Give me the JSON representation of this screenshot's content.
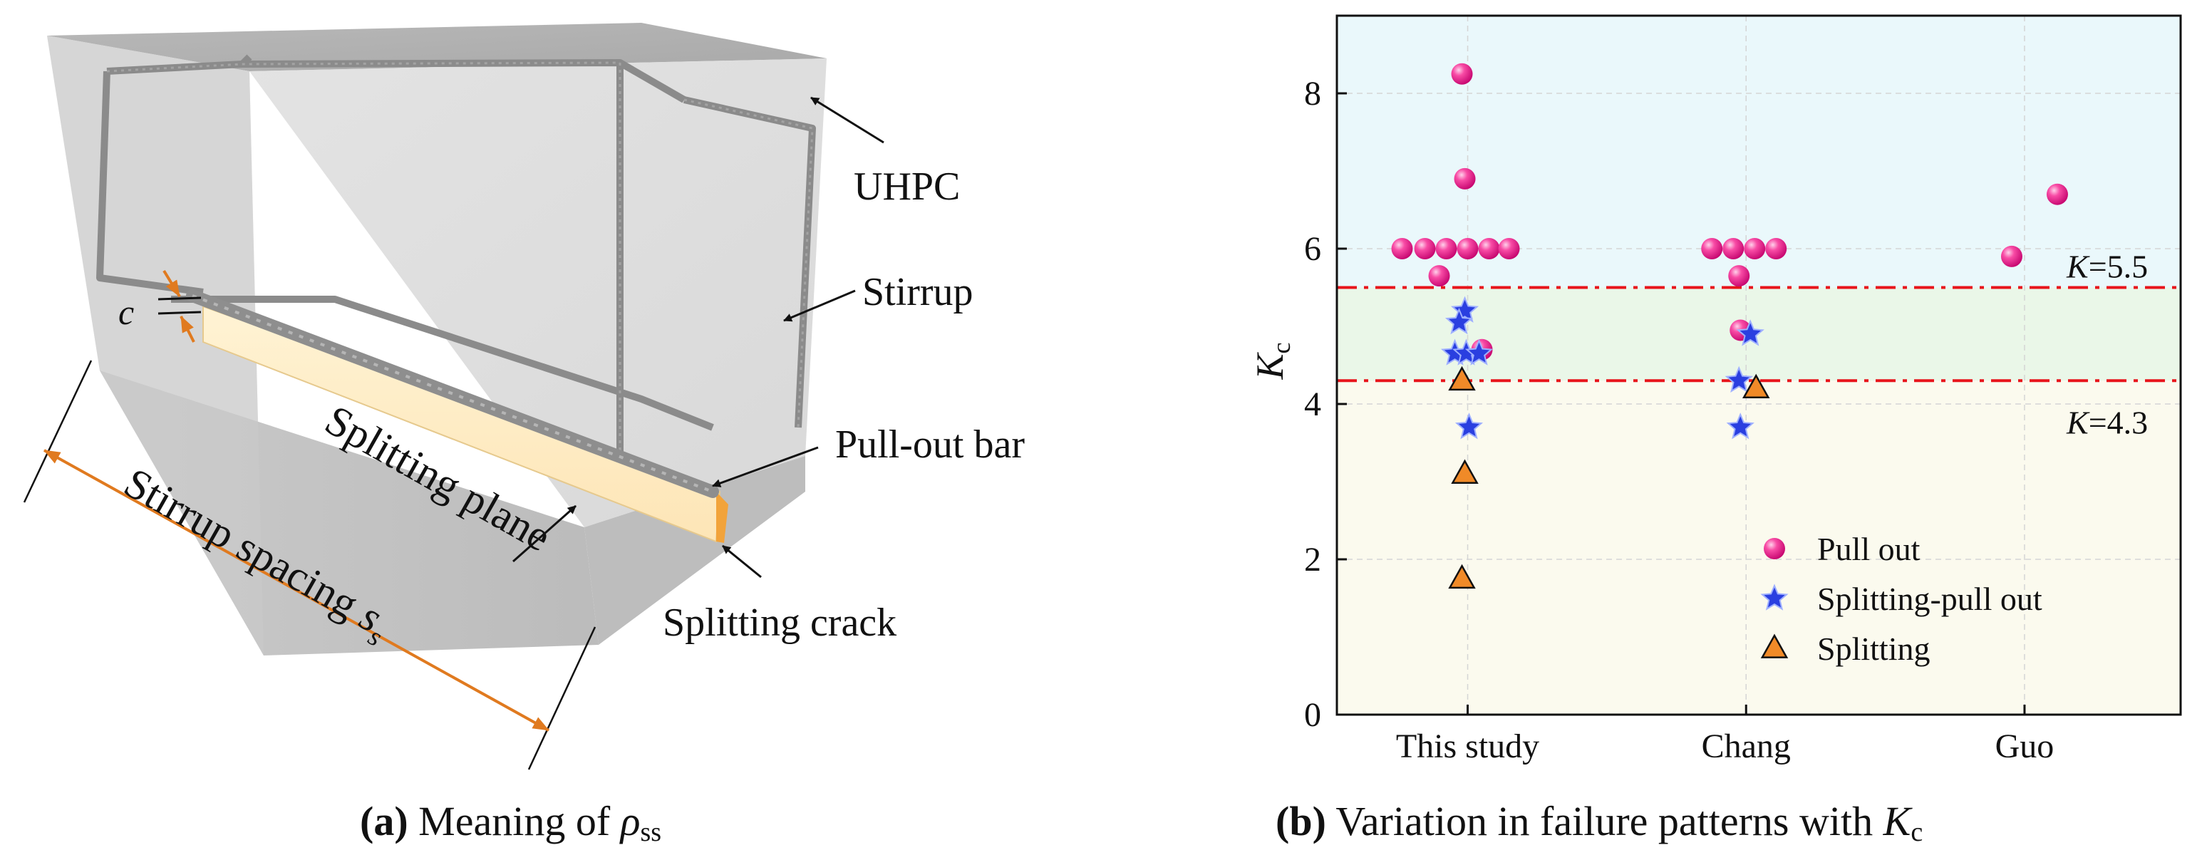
{
  "panel_a": {
    "labels": {
      "uhpc": "UHPC",
      "stirrup": "Stirrup",
      "cover": "c",
      "pullout_bar": "Pull-out bar",
      "splitting_plane": "Splitting plane",
      "splitting_crack": "Splitting crack",
      "stirrup_spacing": "Stirrup spacing ",
      "stirrup_spacing_sym": "s",
      "stirrup_spacing_sub": "s"
    },
    "caption": {
      "letter": "(a)",
      "text": " Meaning of ",
      "sym": "ρ",
      "sub": "ss"
    },
    "colors": {
      "concrete": "#c9c9c9",
      "plane": "#fde9bf",
      "arrow": "#e07a1f"
    }
  },
  "panel_b": {
    "caption": {
      "letter": "(b)",
      "text": " Variation in failure patterns with ",
      "sym": "K",
      "sub": "c"
    },
    "ylabel": {
      "sym": "K",
      "sub": "c"
    },
    "thresholds": [
      {
        "y": 5.5,
        "label_sym": "K",
        "label_val": "=5.5"
      },
      {
        "y": 4.3,
        "label_sym": "K",
        "label_val": "=4.3"
      }
    ],
    "legend": [
      {
        "marker": "circle",
        "label": "Pull out"
      },
      {
        "marker": "star",
        "label": "Splitting-pull out"
      },
      {
        "marker": "triangle",
        "label": "Splitting"
      }
    ],
    "colors": {
      "pull_out": "#f0208a",
      "splitting_pull_out": "#2a3fe0",
      "splitting": "#f08a28",
      "band_top": "#eaf8fb",
      "band_mid": "#eaf7e8",
      "band_low": "#fbfaee",
      "threshold": "#e8141b"
    }
  },
  "chart_data": {
    "type": "scatter",
    "categories": [
      "This study",
      "Chang",
      "Guo"
    ],
    "ylim": [
      0,
      9
    ],
    "yticks": [
      0,
      2,
      4,
      6,
      8
    ],
    "series": [
      {
        "name": "Pull out",
        "points": [
          {
            "x": "This study",
            "y": 8.25
          },
          {
            "x": "This study",
            "y": 6.9
          },
          {
            "x": "This study",
            "y": 6.0
          },
          {
            "x": "This study",
            "y": 6.0
          },
          {
            "x": "This study",
            "y": 6.0
          },
          {
            "x": "This study",
            "y": 6.0
          },
          {
            "x": "This study",
            "y": 6.0
          },
          {
            "x": "This study",
            "y": 6.0
          },
          {
            "x": "This study",
            "y": 5.65
          },
          {
            "x": "This study",
            "y": 4.7
          },
          {
            "x": "Chang",
            "y": 6.0
          },
          {
            "x": "Chang",
            "y": 6.0
          },
          {
            "x": "Chang",
            "y": 6.0
          },
          {
            "x": "Chang",
            "y": 6.0
          },
          {
            "x": "Chang",
            "y": 5.65
          },
          {
            "x": "Chang",
            "y": 4.95
          },
          {
            "x": "Guo",
            "y": 6.7
          },
          {
            "x": "Guo",
            "y": 5.9
          }
        ]
      },
      {
        "name": "Splitting-pull out",
        "points": [
          {
            "x": "This study",
            "y": 5.2
          },
          {
            "x": "This study",
            "y": 5.05
          },
          {
            "x": "This study",
            "y": 4.65
          },
          {
            "x": "This study",
            "y": 4.65
          },
          {
            "x": "This study",
            "y": 4.65
          },
          {
            "x": "This study",
            "y": 3.7
          },
          {
            "x": "Chang",
            "y": 4.9
          },
          {
            "x": "Chang",
            "y": 4.3
          },
          {
            "x": "Chang",
            "y": 3.7
          }
        ]
      },
      {
        "name": "Splitting",
        "points": [
          {
            "x": "This study",
            "y": 4.3
          },
          {
            "x": "This study",
            "y": 3.1
          },
          {
            "x": "This study",
            "y": 1.75
          },
          {
            "x": "Chang",
            "y": 4.2
          }
        ]
      }
    ]
  }
}
